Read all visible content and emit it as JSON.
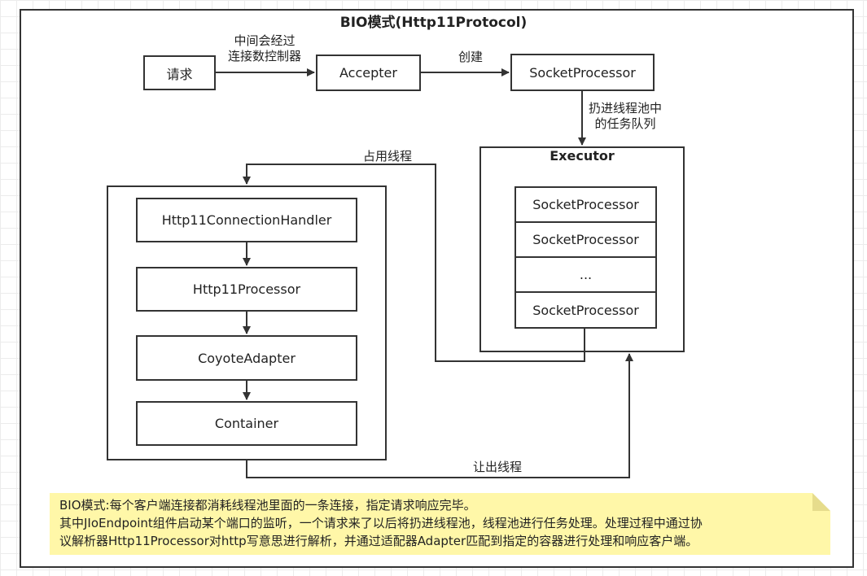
{
  "title": "BIO模式(Http11Protocol)",
  "nodes": {
    "request": "请求",
    "accepter": "Accepter",
    "socket_processor_top": "SocketProcessor",
    "executor": "Executor",
    "exec_items": [
      "SocketProcessor",
      "SocketProcessor",
      "...",
      "SocketProcessor"
    ],
    "chain": [
      "Http11ConnectionHandler",
      "Http11Processor",
      "CoyoteAdapter",
      "Container"
    ]
  },
  "edge_labels": {
    "via_controller_line1": "中间会经过",
    "via_controller_line2": "连接数控制器",
    "create": "创建",
    "to_pool_line1": "扔进线程池中",
    "to_pool_line2": "的任务队列",
    "occupy_thread": "占用线程",
    "release_thread": "让出线程"
  },
  "note": {
    "line1": "BIO模式:每个客户端连接都消耗线程池里面的一条连接，指定请求响应完毕。",
    "line2": "其中JIoEndpoint组件启动某个端口的监听，一个请求来了以后将扔进线程池，线程池进行任务处理。处理过程中通过协",
    "line3": "议解析器Http11Processor对http写意思进行解析，并通过适配器Adapter匹配到指定的容器进行处理和响应客户端。"
  }
}
